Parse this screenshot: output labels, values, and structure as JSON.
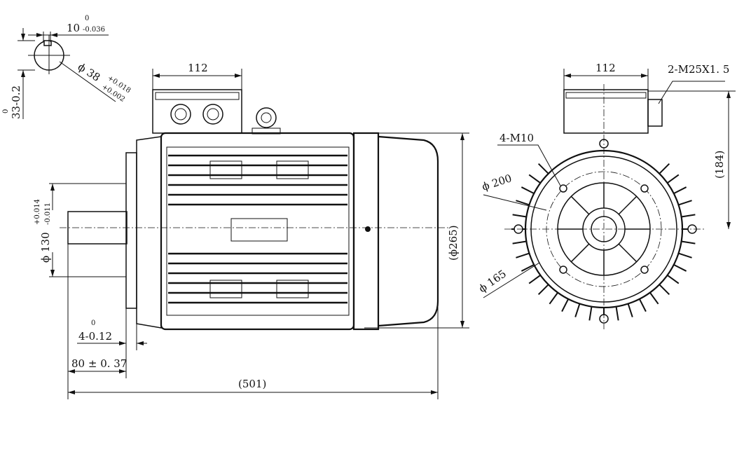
{
  "key_section": {
    "keyway_width": "10",
    "keyway_width_tol_upper": "0",
    "keyway_width_tol_lower": "-0.036",
    "shaft_dia": "ϕ 38",
    "shaft_dia_tol_upper": "+0.018",
    "shaft_dia_tol_lower": "+0.002",
    "key_height": "33-0.2",
    "key_height_tol_upper": "0"
  },
  "side_view": {
    "terminal_box_width": "112",
    "overall_dia": "(ϕ265)",
    "spigot_dia": "ϕ 130",
    "spigot_tol_upper": "+0.014",
    "spigot_tol_lower": "-0.011",
    "flange_thickness": "4-0.12",
    "flange_thickness_tol_upper": "0",
    "shaft_length": "80 ± 0. 37",
    "overall_length": "(501)"
  },
  "front_view": {
    "terminal_box_width": "112",
    "cable_gland": "2-M25X1. 5",
    "height_to_box": "(184)",
    "mounting_holes": "4-M10",
    "pcd": "ϕ 200",
    "spigot": "ϕ 165"
  }
}
